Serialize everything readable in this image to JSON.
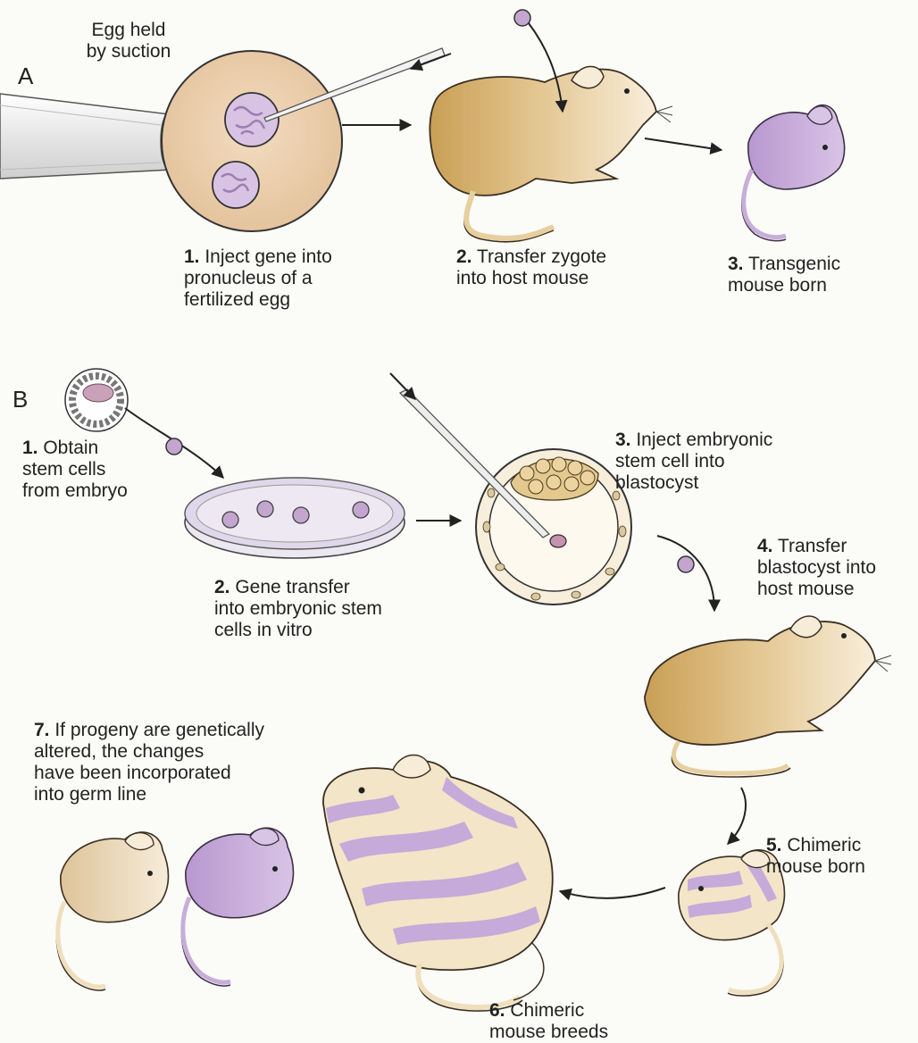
{
  "section_a": {
    "letter": "A",
    "egg_label": "Egg held\nby suction",
    "steps": [
      {
        "num": "1.",
        "text": " Inject gene into\npronucleus of a\nfertilized egg"
      },
      {
        "num": "2.",
        "text": " Transfer zygote\ninto host mouse"
      },
      {
        "num": "3.",
        "text": " Transgenic\nmouse born"
      }
    ]
  },
  "section_b": {
    "letter": "B",
    "steps": [
      {
        "num": "1.",
        "text": " Obtain\nstem cells\nfrom embryo"
      },
      {
        "num": "2.",
        "text": " Gene transfer\ninto embryonic stem\ncells in vitro"
      },
      {
        "num": "3.",
        "text": " Inject embryonic\nstem cell into\nblastocyst"
      },
      {
        "num": "4.",
        "text": " Transfer\nblastocyst into\nhost mouse"
      },
      {
        "num": "5.",
        "text": " Chimeric\nmouse born"
      },
      {
        "num": "6.",
        "text": " Chimeric\nmouse breeds"
      },
      {
        "num": "7.",
        "text": " If progeny are genetically\naltered, the changes\nhave been incorporated\ninto germ line"
      }
    ]
  },
  "colors": {
    "tan_light": "#f4e8cd",
    "tan_dark": "#c9a35b",
    "purple": "#c2a7d6",
    "purple_dark": "#6e5a7a",
    "egg": "#ecd0a8",
    "line": "#2a2a2a"
  }
}
